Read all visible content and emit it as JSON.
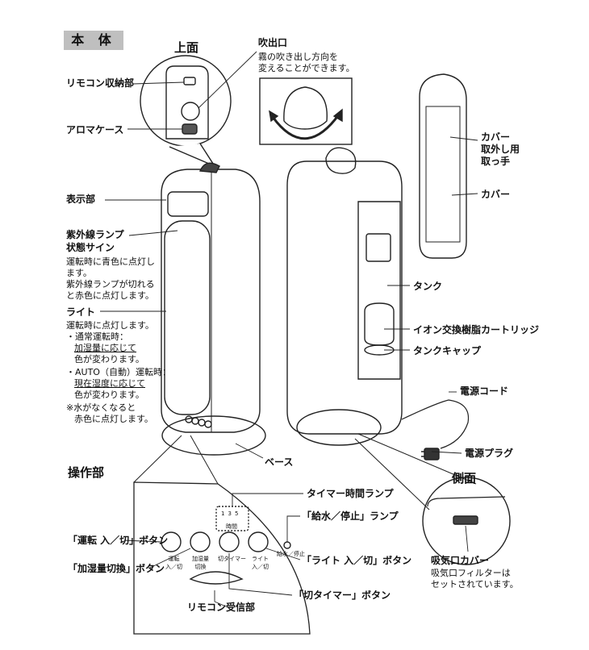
{
  "title": "本 体",
  "views": {
    "top": "上面",
    "side": "側面",
    "panel": "操作部"
  },
  "labels": {
    "remote_storage": "リモコン収納部",
    "aroma_case": "アロマケース",
    "outlet": "吹出口",
    "outlet_note1": "霧の吹き出し方向を",
    "outlet_note2": "変えることができます。",
    "display": "表示部",
    "uv_lamp1": "紫外線ランプ",
    "uv_lamp2": "状態サイン",
    "uv_note1": "運転時に青色に点灯し",
    "uv_note2": "ます。",
    "uv_note3": "紫外線ランプが切れる",
    "uv_note4": "と赤色に点灯します。",
    "light": "ライト",
    "light_note1": "運転時に点灯します。",
    "light_note2": "・通常運転時：",
    "light_note3": "加湿量に応じて",
    "light_note4": "色が変わります。",
    "light_note5": "・AUTO（自動）運転時：",
    "light_note6": "現在湿度に応じて",
    "light_note7": "色が変わります。",
    "light_note8": "※水がなくなると",
    "light_note9": "赤色に点灯します。",
    "base": "ベース",
    "cover_handle1": "カバー",
    "cover_handle2": "取外し用",
    "cover_handle3": "取っ手",
    "cover": "カバー",
    "tank": "タンク",
    "ion_cartridge": "イオン交換樹脂カートリッジ",
    "tank_cap": "タンクキャップ",
    "power_cord": "電源コード",
    "power_plug": "電源プラグ",
    "intake_cover": "吸気口カバー",
    "intake_note1": "吸気口フィルターは",
    "intake_note2": "セットされています。",
    "timer_lamp": "タイマー時間ランプ",
    "water_lamp": "「給水／停止」ランプ",
    "btn_run": "「運転 入／切」ボタン",
    "btn_amount": "「加湿量切換」ボタン",
    "btn_light": "「ライト 入／切」ボタン",
    "btn_offtimer": "「切タイマー」ボタン",
    "remote_receiver": "リモコン受信部"
  },
  "panel": {
    "timer_nums": [
      "1",
      "3",
      "5"
    ],
    "timer_word": "時間",
    "water_small": "給水／停止",
    "run_small1": "運転",
    "run_small2": "入／切",
    "amount_small1": "加湿量",
    "amount_small2": "切換",
    "offtimer_small": "切タイマー",
    "light_small1": "ライト",
    "light_small2": "入／切"
  }
}
